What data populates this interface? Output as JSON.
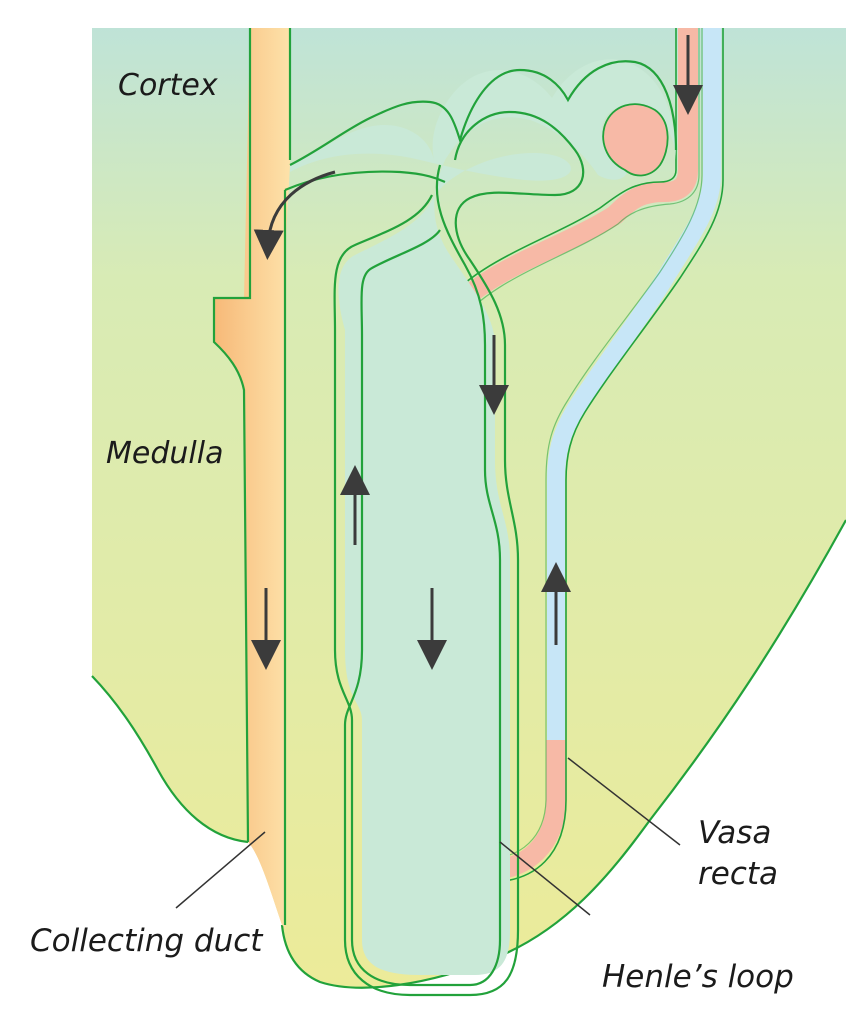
{
  "diagram": {
    "labels": {
      "cortex": "Cortex",
      "medulla": "Medulla",
      "collecting_duct": "Collecting duct",
      "henles_loop": "Henle’s loop",
      "vasa_recta_line1": "Vasa",
      "vasa_recta_line2": "recta"
    },
    "colors": {
      "cortex_bg": "#c5e5cf",
      "medulla_bg": "#e9ea9f",
      "outline": "#22a23b",
      "nephron_fill": "#c9e9d7",
      "collecting_duct_fill": "#f4c889",
      "vasa_recta_artery": "#f7b9a6",
      "vasa_recta_vein": "#c7e6f7",
      "arrow": "#3c3c3c"
    },
    "icons": [
      "down-arrow-icon",
      "up-arrow-icon"
    ]
  }
}
